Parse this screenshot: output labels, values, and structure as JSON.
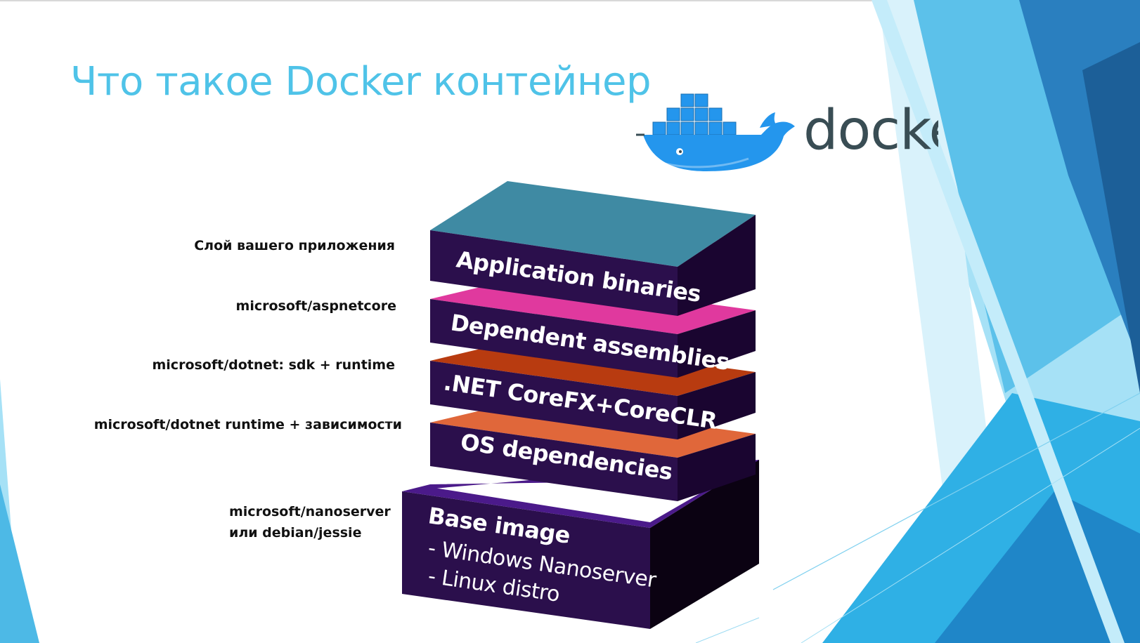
{
  "title": "Что такое Docker контейнер",
  "logo": {
    "wordmark": "docker",
    "icon": "docker-whale-icon"
  },
  "colors": {
    "title": "#4fc3e8",
    "logo_blue": "#2496ed",
    "logo_dark": "#394d54",
    "layer_front": "#2b0f4c",
    "layer_side": "#1a0530",
    "app_top": "#3f8aa3",
    "dependent_top": "#e0399e",
    "net_top": "#b83b10",
    "os_top": "#e0673a",
    "base_top": "#4b1a8a",
    "base_side": "#0b0212",
    "accent_light": "#8fd8f3",
    "accent_mid": "#2fa9e0",
    "accent_dark": "#1f75b5"
  },
  "side_labels": [
    "Слой вашего приложения",
    "microsoft/aspnetcore",
    "microsoft/dotnet: sdk + runtime",
    "microsoft/dotnet runtime + зависимости",
    {
      "line1": "microsoft/nanoserver",
      "line2": "или debian/jessie"
    }
  ],
  "layers": [
    {
      "label": "Application binaries"
    },
    {
      "label": "Dependent assemblies"
    },
    {
      "label": ".NET CoreFX+CoreCLR"
    },
    {
      "label": "OS dependencies"
    },
    {
      "label": "Base image",
      "items": [
        "- Windows Nanoserver",
        "- Linux distro"
      ]
    }
  ]
}
